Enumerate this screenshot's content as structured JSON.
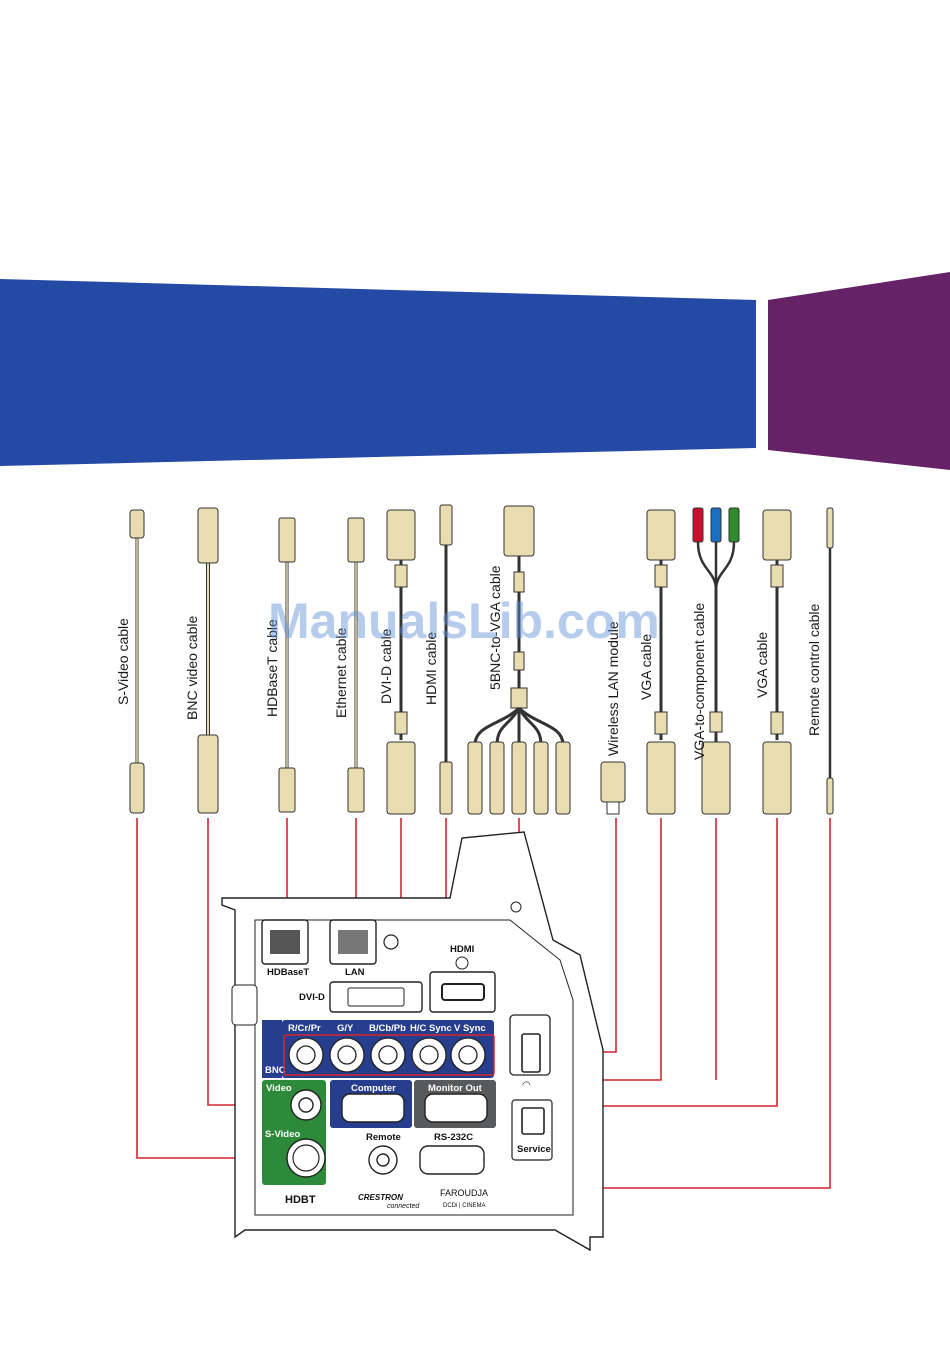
{
  "colors": {
    "blue_band": "#254aa5",
    "purple_band": "#662266",
    "cable_tan": "#e8dcb0",
    "connector_red": "#c8102e",
    "connector_blue": "#1a6fc0",
    "connector_green": "#2e8b2e",
    "line_red": "#d22630",
    "panel_blue": "#273e8f",
    "panel_green": "#2c8a3a",
    "panel_gray": "#58595b"
  },
  "cables": [
    {
      "id": "svideo",
      "label": "S-Video cable"
    },
    {
      "id": "bnc",
      "label": "BNC video cable"
    },
    {
      "id": "hdbaset",
      "label": "HDBaseT cable"
    },
    {
      "id": "ethernet",
      "label": "Ethernet cable"
    },
    {
      "id": "dvid",
      "label": "DVI-D cable"
    },
    {
      "id": "hdmi",
      "label": "HDMI cable"
    },
    {
      "id": "bnc5",
      "label": "5BNC-to-VGA cable"
    },
    {
      "id": "wlan",
      "label": "Wireless LAN module"
    },
    {
      "id": "vga1",
      "label": "VGA cable"
    },
    {
      "id": "comp",
      "label": "VGA-to-component cable"
    },
    {
      "id": "vga2",
      "label": "VGA cable"
    },
    {
      "id": "remote",
      "label": "Remote control cable"
    }
  ],
  "ports": {
    "hdbaset": "HDBaseT",
    "lan": "LAN",
    "hdmi": "HDMI",
    "dvid": "DVI-D",
    "bnc_title": "BNC",
    "rcrpr": "R/Cr/Pr",
    "gy": "G/Y",
    "bcbpb": "B/Cb/Pb",
    "hcsync": "H/C Sync",
    "vsync": "V Sync",
    "video": "Video",
    "svideo": "S-Video",
    "computer": "Computer",
    "monitor_out": "Monitor Out",
    "remote": "Remote",
    "rs232c": "RS-232C",
    "service": "Service"
  },
  "logos": {
    "hdbt": "HDBT",
    "crestron": "CRESTRON",
    "crestron_sub": "connected",
    "faroudja": "FAROUDJA",
    "faroudja_sub": "DCDi | CINEMA"
  },
  "watermark": "ManualsLib.com"
}
